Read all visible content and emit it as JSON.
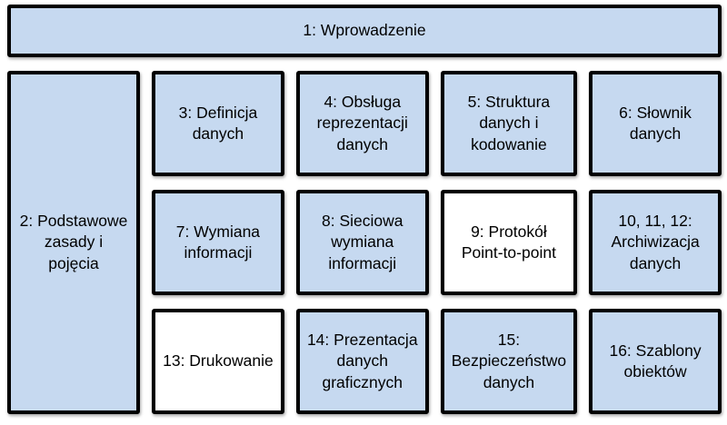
{
  "colors": {
    "box_fill_blue": "#c6d9f0",
    "box_fill_white": "#ffffff",
    "border": "#000000",
    "text": "#000000",
    "page_background": "#ffffff"
  },
  "diagram": {
    "title_box": {
      "label": "1: Wprowadzenie",
      "fill": "#c6d9f0"
    },
    "left_box": {
      "label": "2: Podstawowe zasady i pojęcia",
      "fill": "#c6d9f0"
    },
    "grid_boxes": [
      {
        "label": "3: Definicja danych",
        "fill": "#c6d9f0"
      },
      {
        "label": "4: Obsługa reprezentacji danych",
        "fill": "#c6d9f0"
      },
      {
        "label": "5: Struktura danych i kodowanie",
        "fill": "#c6d9f0"
      },
      {
        "label": "6: Słownik danych",
        "fill": "#c6d9f0"
      },
      {
        "label": "7: Wymiana informacji",
        "fill": "#c6d9f0"
      },
      {
        "label": "8: Sieciowa wymiana informacji",
        "fill": "#c6d9f0"
      },
      {
        "label": "9: Protokół Point-to-point",
        "fill": "#ffffff"
      },
      {
        "label": "10, 11, 12: Archiwizacja danych",
        "fill": "#c6d9f0"
      },
      {
        "label": "13: Drukowanie",
        "fill": "#ffffff"
      },
      {
        "label": "14: Prezentacja danych graficznych",
        "fill": "#c6d9f0"
      },
      {
        "label": "15: Bezpieczeństwo danych",
        "fill": "#c6d9f0"
      },
      {
        "label": "16: Szablony obiektów",
        "fill": "#c6d9f0"
      }
    ]
  }
}
